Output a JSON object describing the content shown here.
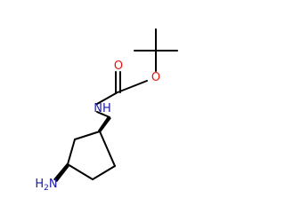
{
  "molecule": {
    "atoms": {
      "O_carbonyl": {
        "symbol": "O",
        "color": "#e8140a"
      },
      "O_ester": {
        "symbol": "O",
        "color": "#e8140a"
      },
      "NH": {
        "symbol": "NH",
        "color": "#1a1aa6"
      },
      "NH2": {
        "symbol": "H",
        "subscript": "2",
        "suffix": "N",
        "color": "#1a1aa6"
      }
    }
  }
}
